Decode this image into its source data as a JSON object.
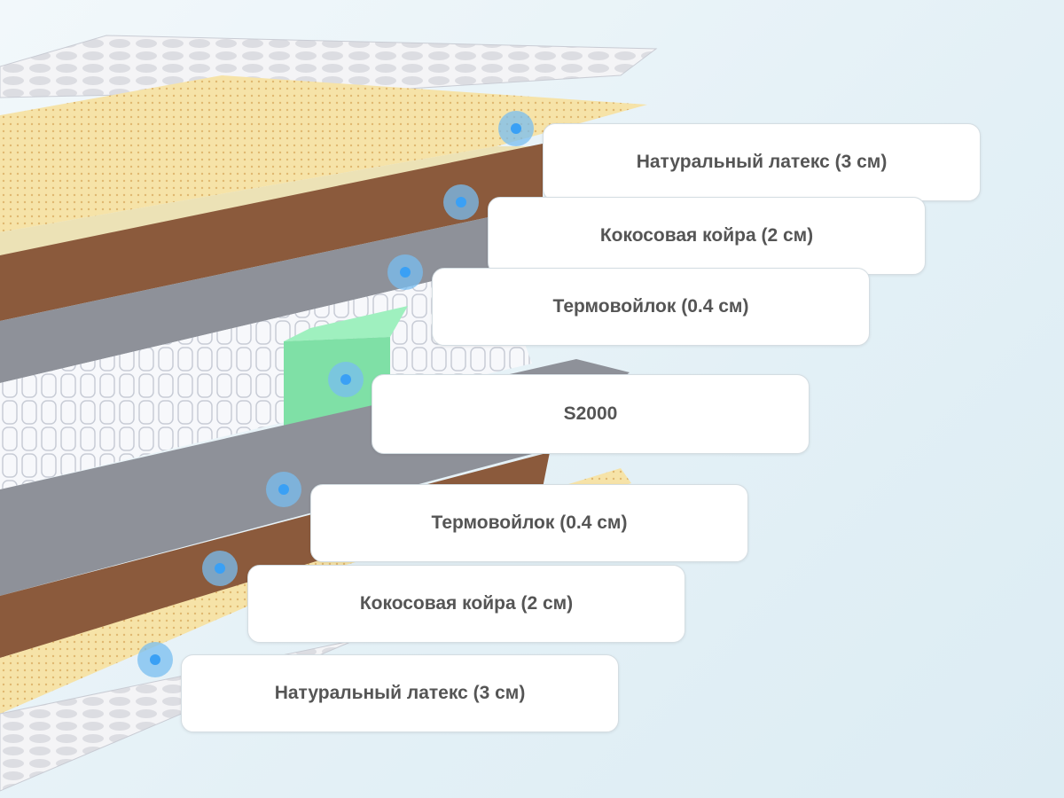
{
  "layers": [
    {
      "label": "Натуральный латекс (3 см)"
    },
    {
      "label": "Кокосовая койра (2 см)"
    },
    {
      "label": "Термовойлок (0.4 см)"
    },
    {
      "label": "S2000"
    },
    {
      "label": "Термовойлок (0.4 см)"
    },
    {
      "label": "Кокосовая койра (2 см)"
    },
    {
      "label": "Натуральный латекс (3 см)"
    }
  ],
  "colors": {
    "latex": "#f6e3a8",
    "coir": "#8b5a3c",
    "felt": "#8e9199",
    "spring_block": "#7fe0a6",
    "marker": "#3aa0f5"
  }
}
